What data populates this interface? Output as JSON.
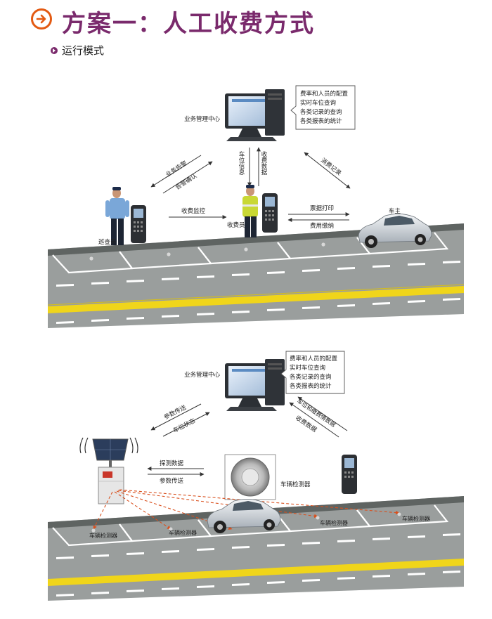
{
  "header": {
    "title": "方案一：人工收费方式",
    "subtitle": "运行模式",
    "accent_color": "#7a2a6c",
    "icon_color": "#e35a12"
  },
  "scene1": {
    "center_label": "业务管理中心",
    "info_lines": [
      "费率和人员的配置",
      "实时车位查询",
      "各类记录的查询",
      "各类报表的统计"
    ],
    "arrow_business_alarm": "业务告警",
    "arrow_alarm_confirm": "告警确认",
    "arrow_parking_info": "车位信息",
    "arrow_fee_data": "收费数据",
    "arrow_consume_record": "消费记录",
    "arrow_fee_monitor": "收费监控",
    "arrow_receipt_print": "票据打印",
    "arrow_fee_payment": "费用缴纳",
    "patrol_label": "巡查员",
    "collector_label": "收费员",
    "owner_label": "车主"
  },
  "scene2": {
    "center_label": "业务管理中心",
    "info_lines": [
      "费率和人员的配置",
      "实时车位查询",
      "各类记录的查询",
      "各类报表的统计"
    ],
    "arrow_param_send": "参数传送",
    "arrow_parking_status": "车位状态",
    "arrow_parking_fee_data": "车位和缴费情数据",
    "arrow_fee_data": "收费数据",
    "arrow_detect_data": "探测数据",
    "arrow_param_send2": "参数传送",
    "detector_label": "车辆检测器",
    "road_detector_labels": [
      "车辆检测器",
      "车辆检测器",
      "车辆检测器",
      "车辆检测器"
    ]
  },
  "icons": [
    "arrow-right-circle-icon",
    "play-dot-icon",
    "computer-icon",
    "handheld-terminal-icon",
    "patrol-officer-icon",
    "toll-collector-icon",
    "car-icon",
    "solar-panel-icon",
    "controller-box-icon",
    "detector-sensor-icon"
  ]
}
